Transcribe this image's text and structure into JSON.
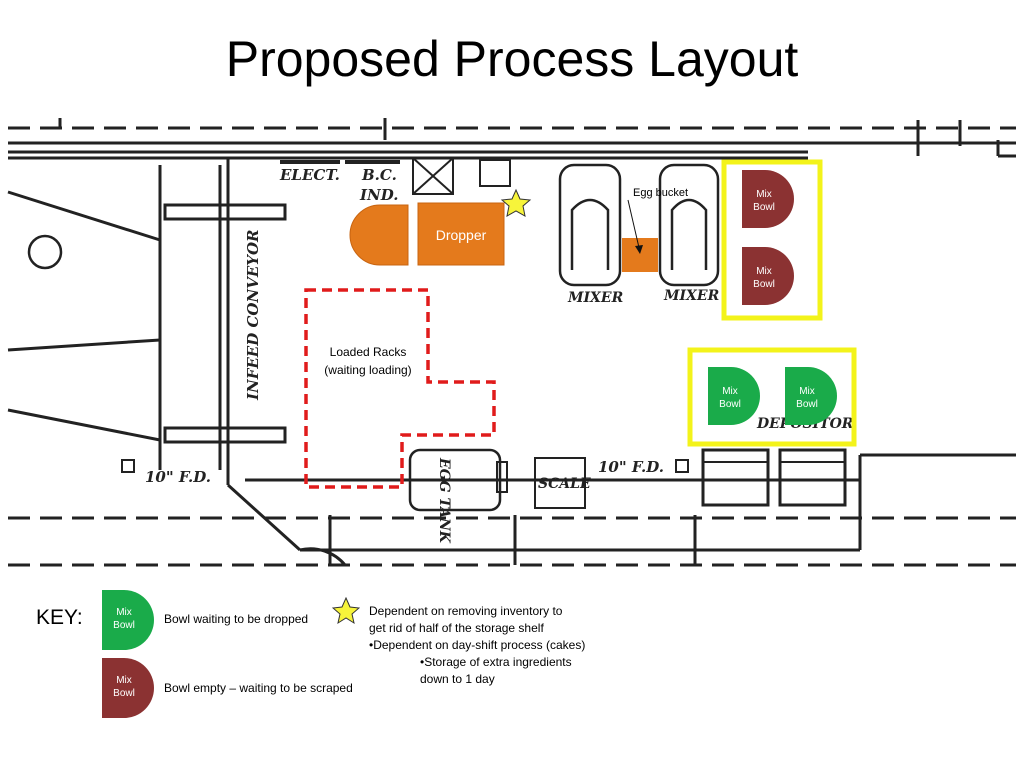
{
  "title": "Proposed Process Layout",
  "plan": {
    "labels": {
      "elect": "ELECT.",
      "bc": "B.C.",
      "ind": "IND.",
      "mixer_1": "MIXER",
      "mixer_2": "MIXER",
      "infeed_conveyor": "INFEED CONVEYOR",
      "fd_left": "10\" F.D.",
      "fd_right": "10\" F.D.",
      "egg_tank": "EGG TANK",
      "scale": "SCALE",
      "depositor": "DEPOSITOR"
    },
    "dropper_label": "Dropper",
    "egg_bucket_label": "Egg bucket",
    "loaded_racks_line1": "Loaded Racks",
    "loaded_racks_line2": "(waiting loading)",
    "mix_bowl_line1": "Mix",
    "mix_bowl_line2": "Bowl"
  },
  "key": {
    "label": "KEY:",
    "waiting_label": "Bowl waiting to be dropped",
    "empty_label": "Bowl empty – waiting to be scraped",
    "bowl_line1": "Mix",
    "bowl_line2": "Bowl"
  },
  "notes": {
    "line1": "Dependent on removing inventory to",
    "line2": "get rid of half of the storage shelf",
    "line3": "•Dependent on day-shift process (cakes)",
    "line4": "•Storage of extra ingredients",
    "line5": "down to 1 day"
  },
  "colors": {
    "green_bowl": "#1aab4a",
    "red_bowl": "#8b3232",
    "orange": "#e47a1c",
    "yellow_box": "#f3f31a",
    "dashed_red": "#e01b1b"
  }
}
